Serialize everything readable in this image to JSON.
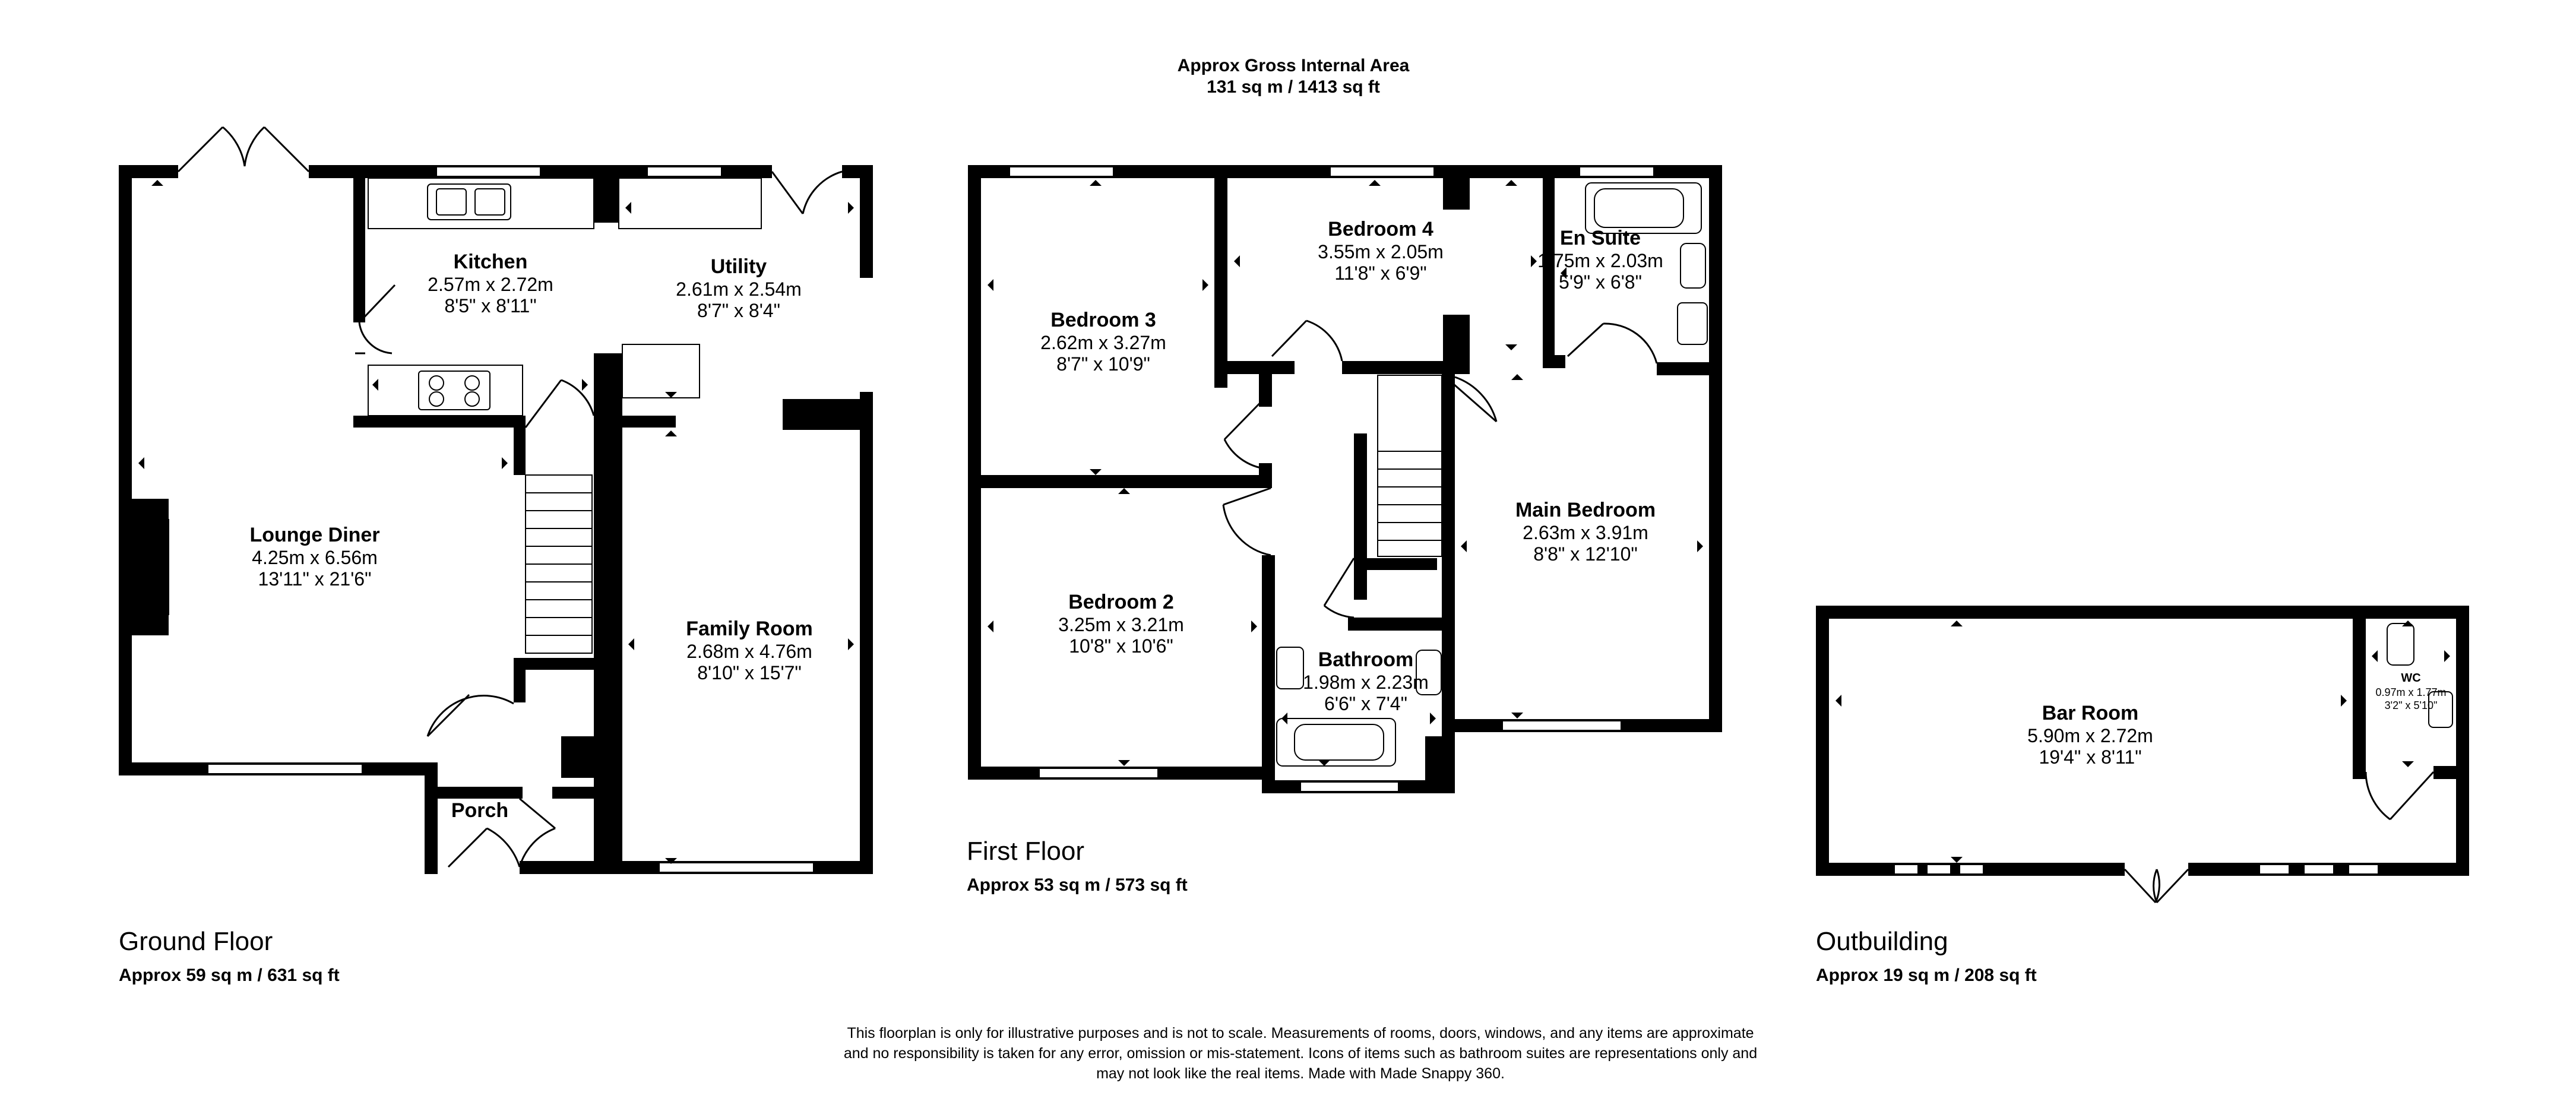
{
  "header": {
    "title": "Approx Gross Internal Area",
    "area": "131 sq m / 1413 sq ft"
  },
  "floors": {
    "ground": {
      "name": "Ground Floor",
      "area": "Approx 59 sq m / 631 sq ft"
    },
    "first": {
      "name": "First Floor",
      "area": "Approx 53 sq m / 573 sq ft"
    },
    "outbuilding": {
      "name": "Outbuilding",
      "area": "Approx 19 sq m / 208 sq ft"
    }
  },
  "rooms": {
    "kitchen": {
      "name": "Kitchen",
      "metric": "2.57m x 2.72m",
      "imperial": "8'5\" x 8'11\""
    },
    "utility": {
      "name": "Utility",
      "metric": "2.61m x 2.54m",
      "imperial": "8'7\" x 8'4\""
    },
    "lounge": {
      "name": "Lounge Diner",
      "metric": "4.25m x 6.56m",
      "imperial": "13'11\" x 21'6\""
    },
    "family": {
      "name": "Family Room",
      "metric": "2.68m x 4.76m",
      "imperial": "8'10\" x 15'7\""
    },
    "porch": {
      "name": "Porch"
    },
    "bedroom3": {
      "name": "Bedroom 3",
      "metric": "2.62m x 3.27m",
      "imperial": "8'7\" x 10'9\""
    },
    "bedroom4": {
      "name": "Bedroom 4",
      "metric": "3.55m x 2.05m",
      "imperial": "11'8\" x 6'9\""
    },
    "ensuite": {
      "name": "En Suite",
      "metric": "1.75m x 2.03m",
      "imperial": "5'9\" x 6'8\""
    },
    "main": {
      "name": "Main Bedroom",
      "metric": "2.63m x 3.91m",
      "imperial": "8'8\" x 12'10\""
    },
    "bedroom2": {
      "name": "Bedroom 2",
      "metric": "3.25m x 3.21m",
      "imperial": "10'8\" x 10'6\""
    },
    "bathroom": {
      "name": "Bathroom",
      "metric": "1.98m x 2.23m",
      "imperial": "6'6\" x 7'4\""
    },
    "bar": {
      "name": "Bar Room",
      "metric": "5.90m x 2.72m",
      "imperial": "19'4\" x 8'11\""
    },
    "wc": {
      "name": "WC",
      "metric": "0.97m x 1.77m",
      "imperial": "3'2\" x 5'10\""
    }
  },
  "disclaimer": {
    "line1": "This floorplan is only for illustrative purposes and is not to scale. Measurements of rooms, doors, windows, and any items are approximate",
    "line2": "and no responsibility is taken for any error, omission or mis-statement. Icons of items such as bathroom suites are representations only and",
    "line3": "may not look like the real items. Made with Made Snappy 360."
  }
}
